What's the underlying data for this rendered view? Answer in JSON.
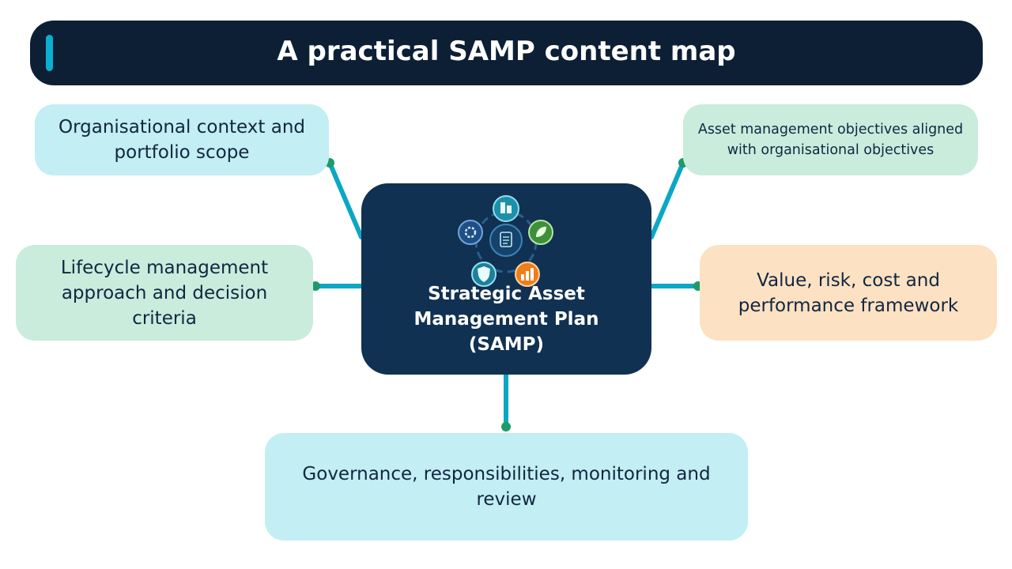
{
  "title": "A practical SAMP content map",
  "center": {
    "lines": [
      "Strategic Asset",
      "Management Plan",
      "(SAMP)"
    ]
  },
  "boxes": {
    "top_left": "Organisational context and portfolio scope",
    "top_right": "Asset management objectives aligned with organisational objectives",
    "mid_left": "Lifecycle management approach and decision criteria",
    "mid_right": "Value, risk, cost and performance framework",
    "bottom": "Governance, responsibilities, monitoring and review"
  },
  "colors": {
    "banner": "#0c1f35",
    "center_node": "#103152",
    "connector": "#0ba7c3",
    "connector_dot": "#1f9a6b",
    "box_cyan": "#c2eef4",
    "box_mint": "#c9ecdd",
    "box_peach": "#fce1c3",
    "text_dark": "#12263f"
  },
  "icons": [
    "building-icon",
    "leaf-icon",
    "chart-icon",
    "shield-icon",
    "gear-icon",
    "clipboard-icon"
  ]
}
